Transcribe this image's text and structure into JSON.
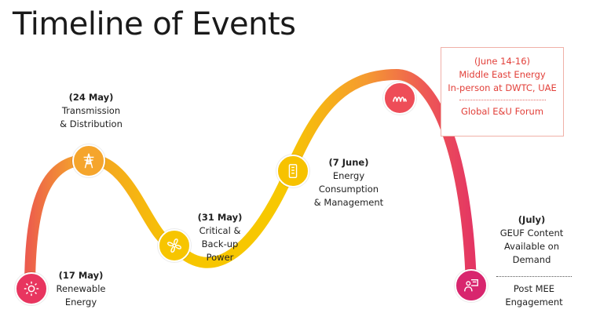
{
  "title": "Timeline of Events",
  "colors": {
    "start": "#e8355f",
    "mid": "#f7c500",
    "end": "#d8266e",
    "orange": "#f39a30",
    "box_text": "#e2403a"
  },
  "events": [
    {
      "date": "(17 May)",
      "lines": [
        "Renewable",
        "Energy"
      ],
      "icon": "sun-icon"
    },
    {
      "date": "(24 May)",
      "lines": [
        "Transmission",
        "& Distribution"
      ],
      "icon": "transmission-tower-icon"
    },
    {
      "date": "(31 May)",
      "lines": [
        "Critical &",
        "Back-up",
        "Power"
      ],
      "icon": "fan-icon"
    },
    {
      "date": "(7 June)",
      "lines": [
        "Energy",
        "Consumption",
        "& Management"
      ],
      "icon": "battery-meter-icon"
    },
    {
      "date": "(July)",
      "lines": [
        "GEUF Content",
        "Available on",
        "Demand"
      ],
      "icon": "presenter-icon"
    }
  ],
  "mee": {
    "date": "(June 14-16)",
    "lines": [
      "Middle East Energy",
      "In-person at DWTC, UAE"
    ],
    "forum": "Global E&U Forum",
    "icon": "mee-logo-icon"
  },
  "post": {
    "lines": [
      "Post MEE",
      "Engagement"
    ]
  }
}
